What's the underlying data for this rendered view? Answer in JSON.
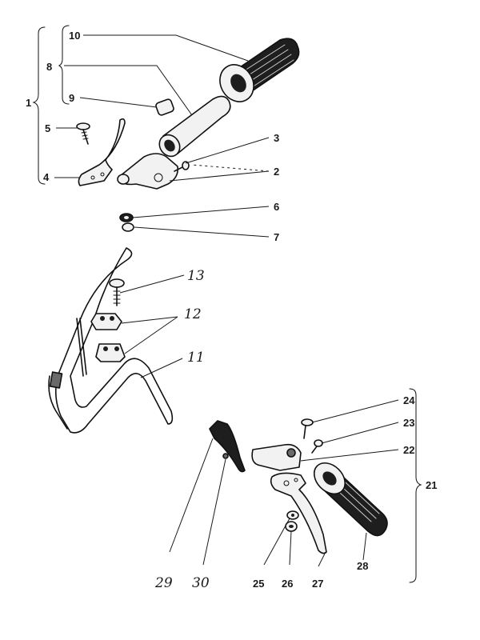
{
  "labels": {
    "l1": "1",
    "l2": "2",
    "l3": "3",
    "l4": "4",
    "l5": "5",
    "l6": "6",
    "l7": "7",
    "l8": "8",
    "l9": "9",
    "l10": "10",
    "l11": "11",
    "l12": "12",
    "l13": "13",
    "l21": "21",
    "l22": "22",
    "l23": "23",
    "l24": "24",
    "l25": "25",
    "l26": "26",
    "l27": "27",
    "l28": "28",
    "l29": "29",
    "l30": "30"
  },
  "colors": {
    "ink": "#1a1a1a",
    "paper": "#ffffff"
  }
}
